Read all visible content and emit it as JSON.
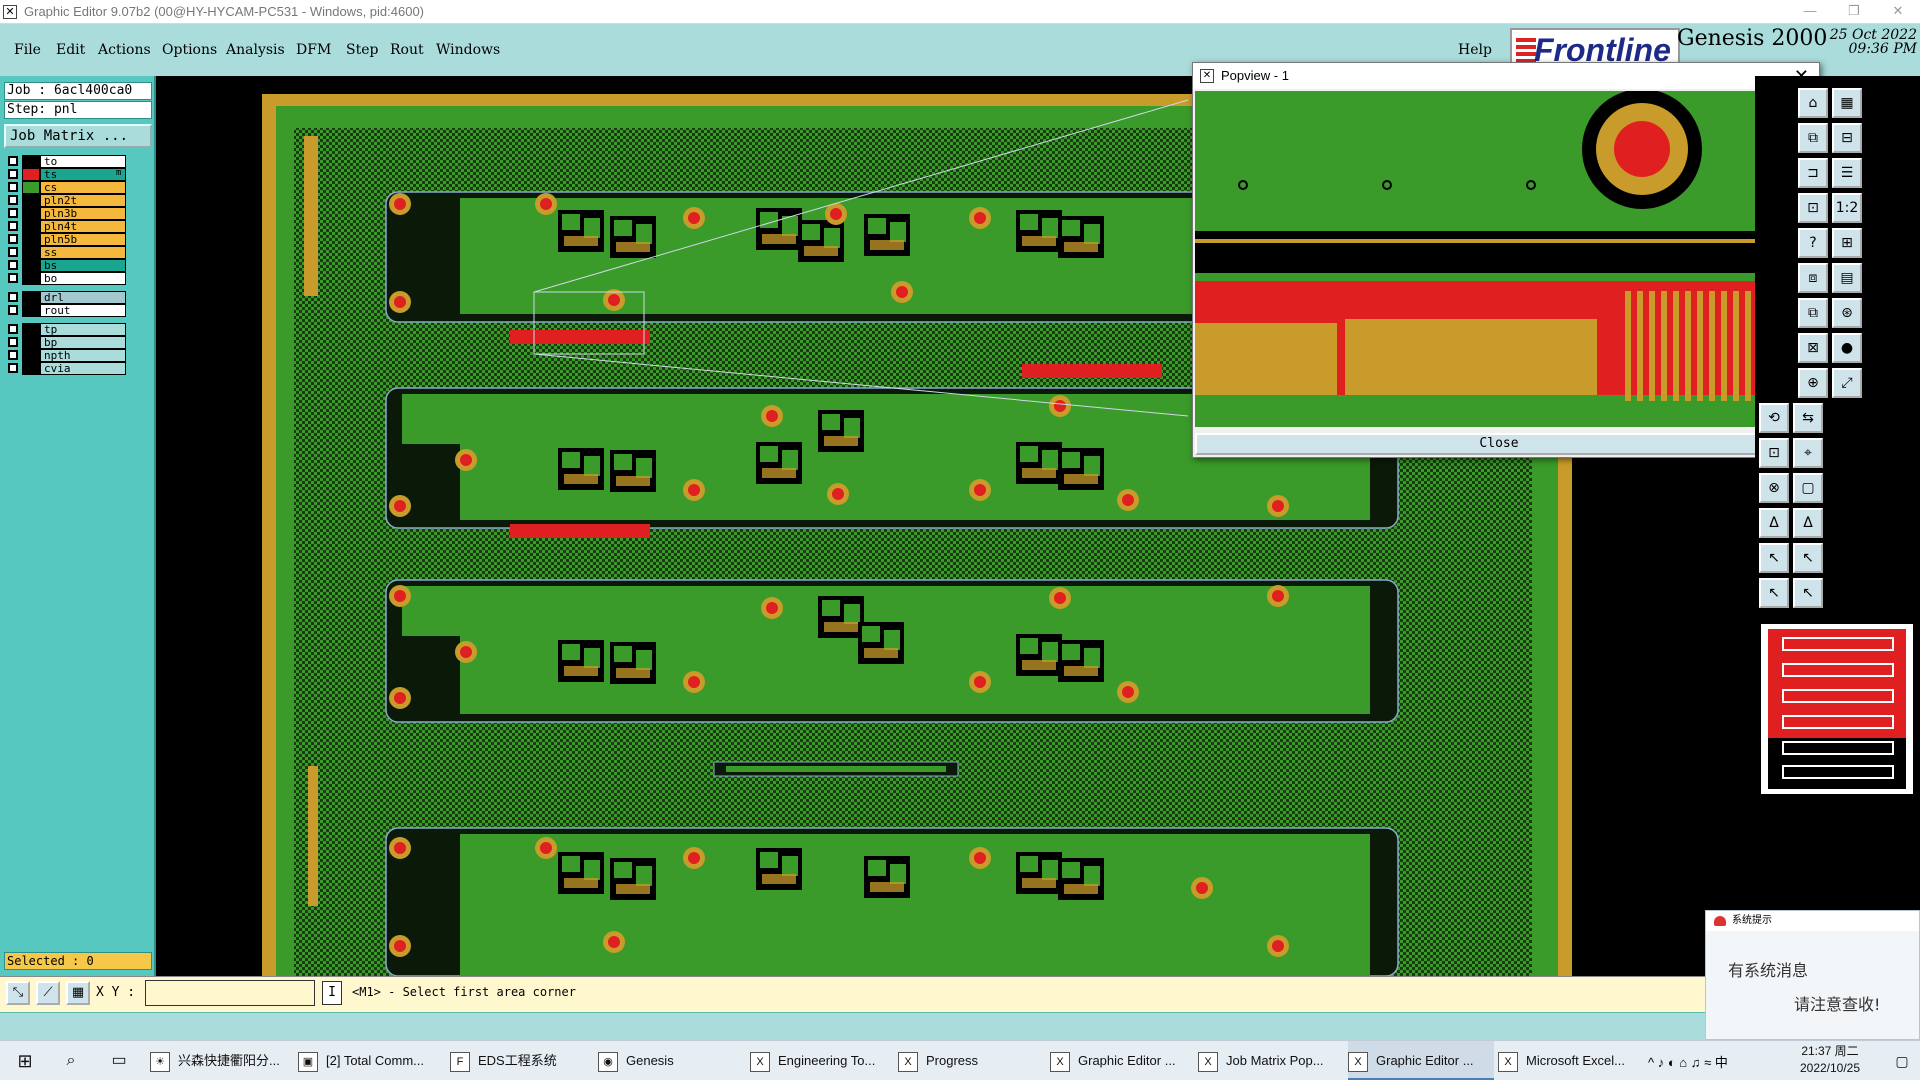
{
  "window": {
    "title": "Graphic Editor 9.07b2 (00@HY-HYCAM-PC531 - Windows, pid:4600)",
    "minimize": "—",
    "restore": "❐",
    "close": "✕"
  },
  "menu": {
    "items": [
      "File",
      "Edit",
      "Actions",
      "Options",
      "Analysis",
      "DFM",
      "Step",
      "Rout",
      "Windows"
    ],
    "help": "Help"
  },
  "brand": {
    "logo": "Frontline",
    "product": "Genesis 2000",
    "date": "25 Oct 2022",
    "time": "09:36 PM"
  },
  "job": {
    "job_line": "Job : 6acl400ca0",
    "step_line": "Step: pnl",
    "matrix_button": "Job Matrix ..."
  },
  "layers": [
    {
      "name": "to",
      "color": "#000000",
      "bg": "#ffffff"
    },
    {
      "name": "ts",
      "color": "#e02020",
      "bg": "#1aa590",
      "marker": "m"
    },
    {
      "name": "cs",
      "color": "#3a9a2a",
      "bg": "#f4b83c"
    },
    {
      "name": "pln2t",
      "color": "#000000",
      "bg": "#f4b83c"
    },
    {
      "name": "pln3b",
      "color": "#000000",
      "bg": "#f4b83c"
    },
    {
      "name": "pln4t",
      "color": "#000000",
      "bg": "#f4b83c"
    },
    {
      "name": "pln5b",
      "color": "#000000",
      "bg": "#f4b83c"
    },
    {
      "name": "ss",
      "color": "#000000",
      "bg": "#f4b83c"
    },
    {
      "name": "bs",
      "color": "#000000",
      "bg": "#1aa590"
    },
    {
      "name": "bo",
      "color": "#000000",
      "bg": "#ffffff"
    },
    {
      "name": "drl",
      "color": "#000000",
      "bg": "#a4c8d0"
    },
    {
      "name": "rout",
      "color": "#000000",
      "bg": "#ffffff"
    },
    {
      "name": "tp",
      "color": "#000000",
      "bg": "#a9dcdb"
    },
    {
      "name": "bp",
      "color": "#000000",
      "bg": "#a9dcdb"
    },
    {
      "name": "npth",
      "color": "#000000",
      "bg": "#a9dcdb"
    },
    {
      "name": "cvia",
      "color": "#000000",
      "bg": "#a9dcdb"
    }
  ],
  "selected": "Selected : 0",
  "popview": {
    "title": "Popview - 1",
    "close_button": "Close",
    "close_glyph": "✕"
  },
  "status": {
    "xy_label": "X Y :",
    "xy_value": "",
    "mode": "I",
    "prompt": "<M1> - Select first area corner"
  },
  "notification": {
    "title": "系统提示",
    "line1": "有系统消息",
    "line2": "请注意查收!"
  },
  "tools": [
    "⌂",
    "▦",
    "⧉",
    "⊟",
    "⊐",
    "☰",
    "⊡",
    "1:2",
    "?",
    "⊞",
    "⧈",
    "▤",
    "⧉",
    "⊛",
    "⊠",
    "●",
    "⊕",
    "⤢",
    "⟲",
    "⇆",
    "⊡",
    "⌖",
    "⊗",
    "▢",
    "Δ",
    "Δ",
    "↖",
    "↖",
    "↖",
    "↖"
  ],
  "taskbar": {
    "items": [
      {
        "label": "兴森快捷衢阳分...",
        "icon": "☀"
      },
      {
        "label": "[2] Total Comm...",
        "icon": "▣"
      },
      {
        "label": "EDS工程系统",
        "icon": "F"
      },
      {
        "label": "Genesis",
        "icon": "◉"
      },
      {
        "label": "Engineering To...",
        "icon": "X"
      },
      {
        "label": "Progress",
        "icon": "X"
      },
      {
        "label": "Graphic Editor ...",
        "icon": "X"
      },
      {
        "label": "Job Matrix Pop...",
        "icon": "X"
      },
      {
        "label": "Graphic Editor ...",
        "icon": "X"
      },
      {
        "label": "Microsoft Excel...",
        "icon": "X"
      }
    ],
    "tray": "^ ♪ ◐ ⌂ ♫ ≈ 中",
    "time": "21:37 周二",
    "date": "2022/10/25"
  },
  "colors": {
    "board_green": "#3a9a2a",
    "copper_gold": "#c89b2a",
    "pad_red": "#e02020",
    "panel_teal": "#56c8c0",
    "menu_teal": "#a9dcdb"
  }
}
